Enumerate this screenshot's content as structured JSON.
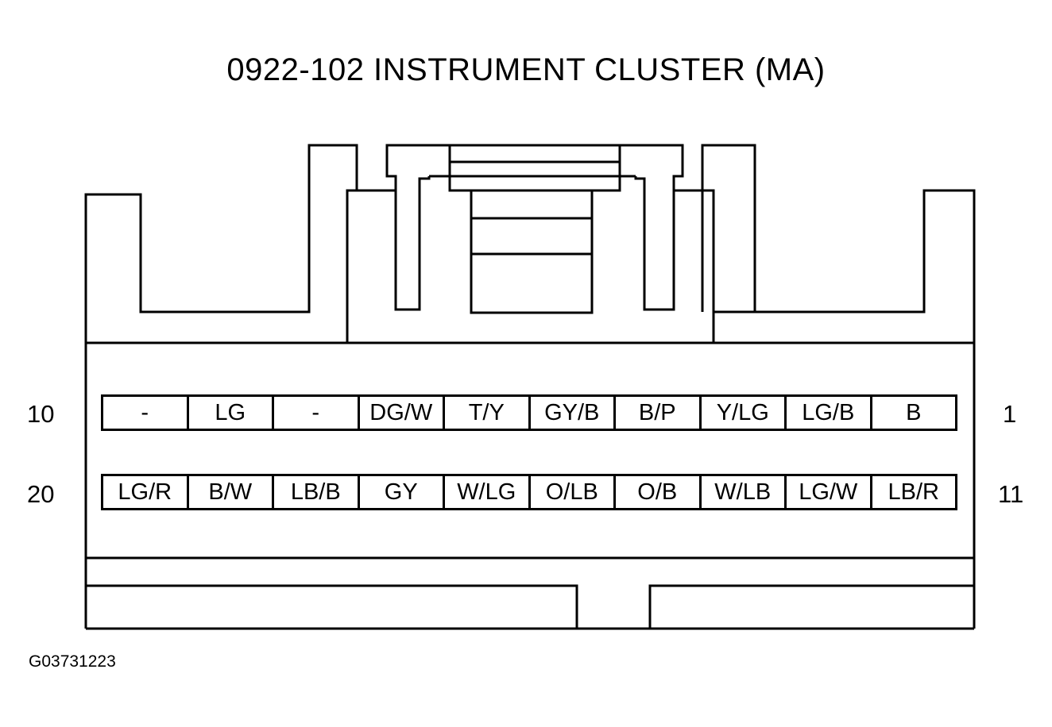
{
  "title": "0922-102 INSTRUMENT CLUSTER (MA)",
  "pin_labels": {
    "row1_left": "10",
    "row1_right": "1",
    "row2_left": "20",
    "row2_right": "11"
  },
  "row1_cells": [
    "-",
    "LG",
    "-",
    "DG/W",
    "T/Y",
    "GY/B",
    "B/P",
    "Y/LG",
    "LG/B",
    "B"
  ],
  "row2_cells": [
    "LG/R",
    "B/W",
    "LB/B",
    "GY",
    "W/LG",
    "O/LB",
    "O/B",
    "W/LB",
    "LG/W",
    "LB/R"
  ],
  "figure_id": "G03731223"
}
